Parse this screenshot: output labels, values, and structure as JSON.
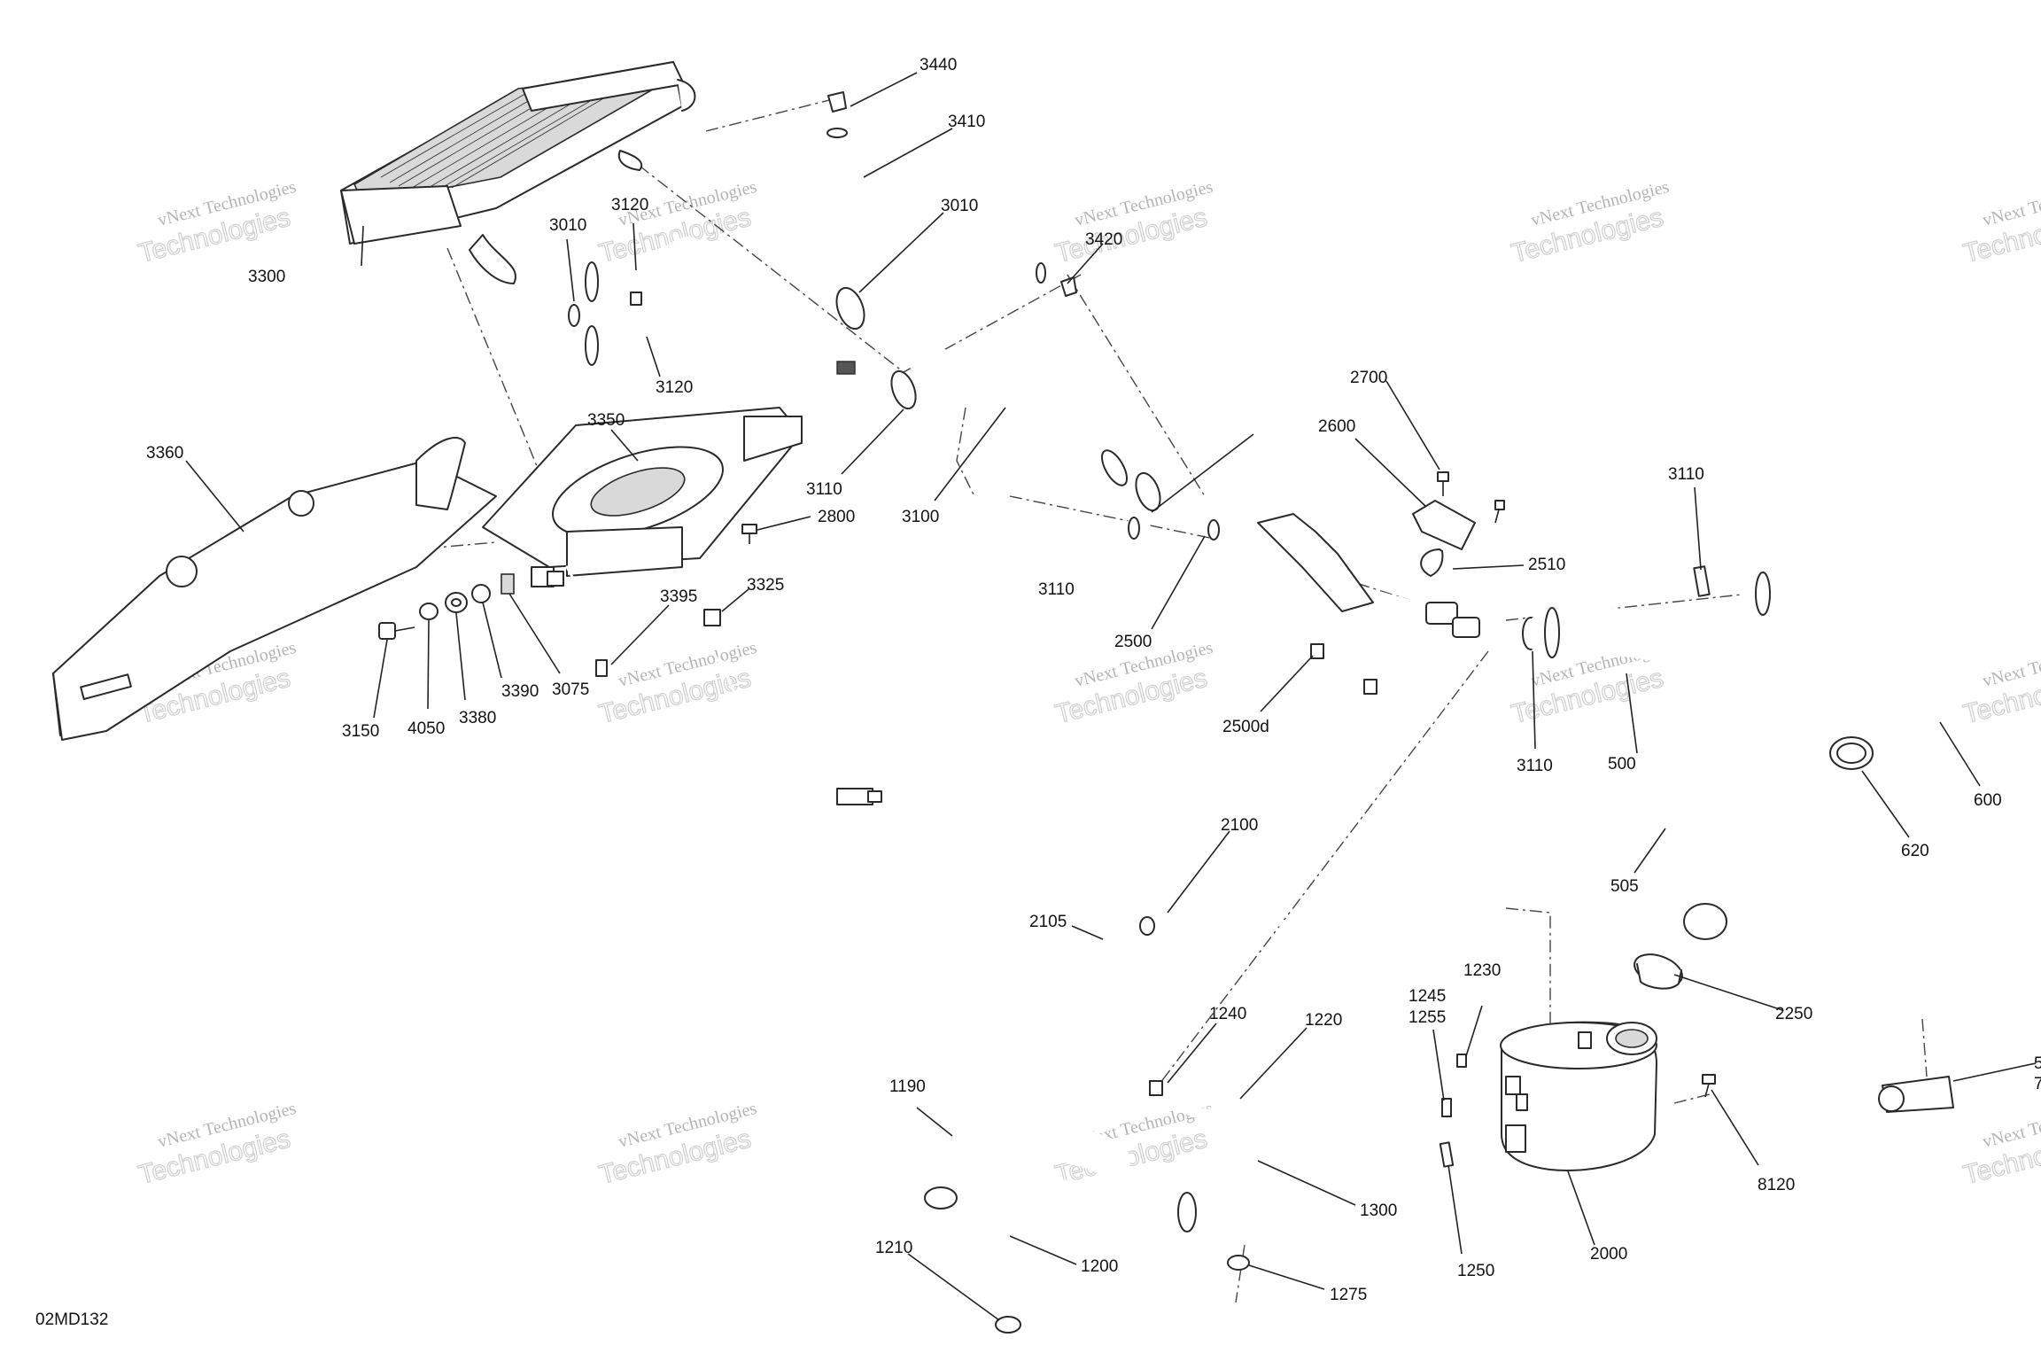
{
  "diagram": {
    "code": "02MD132",
    "watermark": {
      "line1": "vNext Technologies",
      "line2": "Technologies",
      "ghost": "vNext"
    },
    "callouts": [
      "3440",
      "3410",
      "3010",
      "3120",
      "3010",
      "3300",
      "3420",
      "3120",
      "3350",
      "3360",
      "2800",
      "3110",
      "3100",
      "3395",
      "3325",
      "3150",
      "4050",
      "3380",
      "3390",
      "3075",
      "2700",
      "2600",
      "2510",
      "3110",
      "2500",
      "2500d",
      "3110",
      "3110",
      "500",
      "505",
      "600",
      "620",
      "2100",
      "2105",
      "1240",
      "1245",
      "1255",
      "1230",
      "1220",
      "2250",
      "1190",
      "1300",
      "8120",
      "1210",
      "1200",
      "1250",
      "2000",
      "1275",
      "5",
      "7"
    ]
  }
}
